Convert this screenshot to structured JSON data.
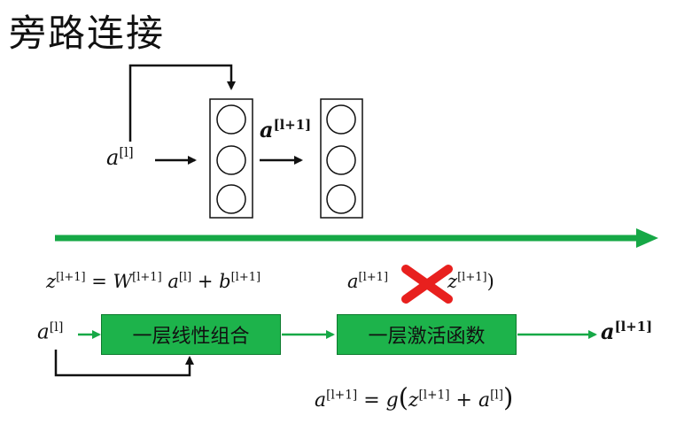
{
  "title": "旁路连接",
  "top": {
    "input_base": "a",
    "input_sup": "[l]",
    "mid_base": "a",
    "mid_sup": "[l+1]"
  },
  "eq_z": {
    "z": "z",
    "z_sup": "[l+1]",
    "eq": " = ",
    "W": "W",
    "W_sup": "[l+1]",
    "a": " a",
    "a_sup": "[l]",
    "plus": " + ",
    "b": "b",
    "b_sup": "[l+1]"
  },
  "eq_crossed": {
    "a": "a",
    "a_sup": "[l+1]",
    "z": "z",
    "z_sup": "[l+1]",
    "close": ")"
  },
  "flow": {
    "input_base": "a",
    "input_sup": "[l]",
    "linear_label": "一层线性组合",
    "activation_label": "一层激活函数",
    "output_base": "a",
    "output_sup": "[l+1]"
  },
  "eq_residual": {
    "a": "a",
    "a_sup": "[l+1]",
    "eq": " = ",
    "g": "g",
    "open": "(",
    "z": "z",
    "z_sup": "[l+1]",
    "plus": " + ",
    "a2": "a",
    "a2_sup": "[l]",
    "close": ")"
  },
  "colors": {
    "green": "#1db34b",
    "arrow_green": "#16a846",
    "cross_red": "#e8201e"
  }
}
